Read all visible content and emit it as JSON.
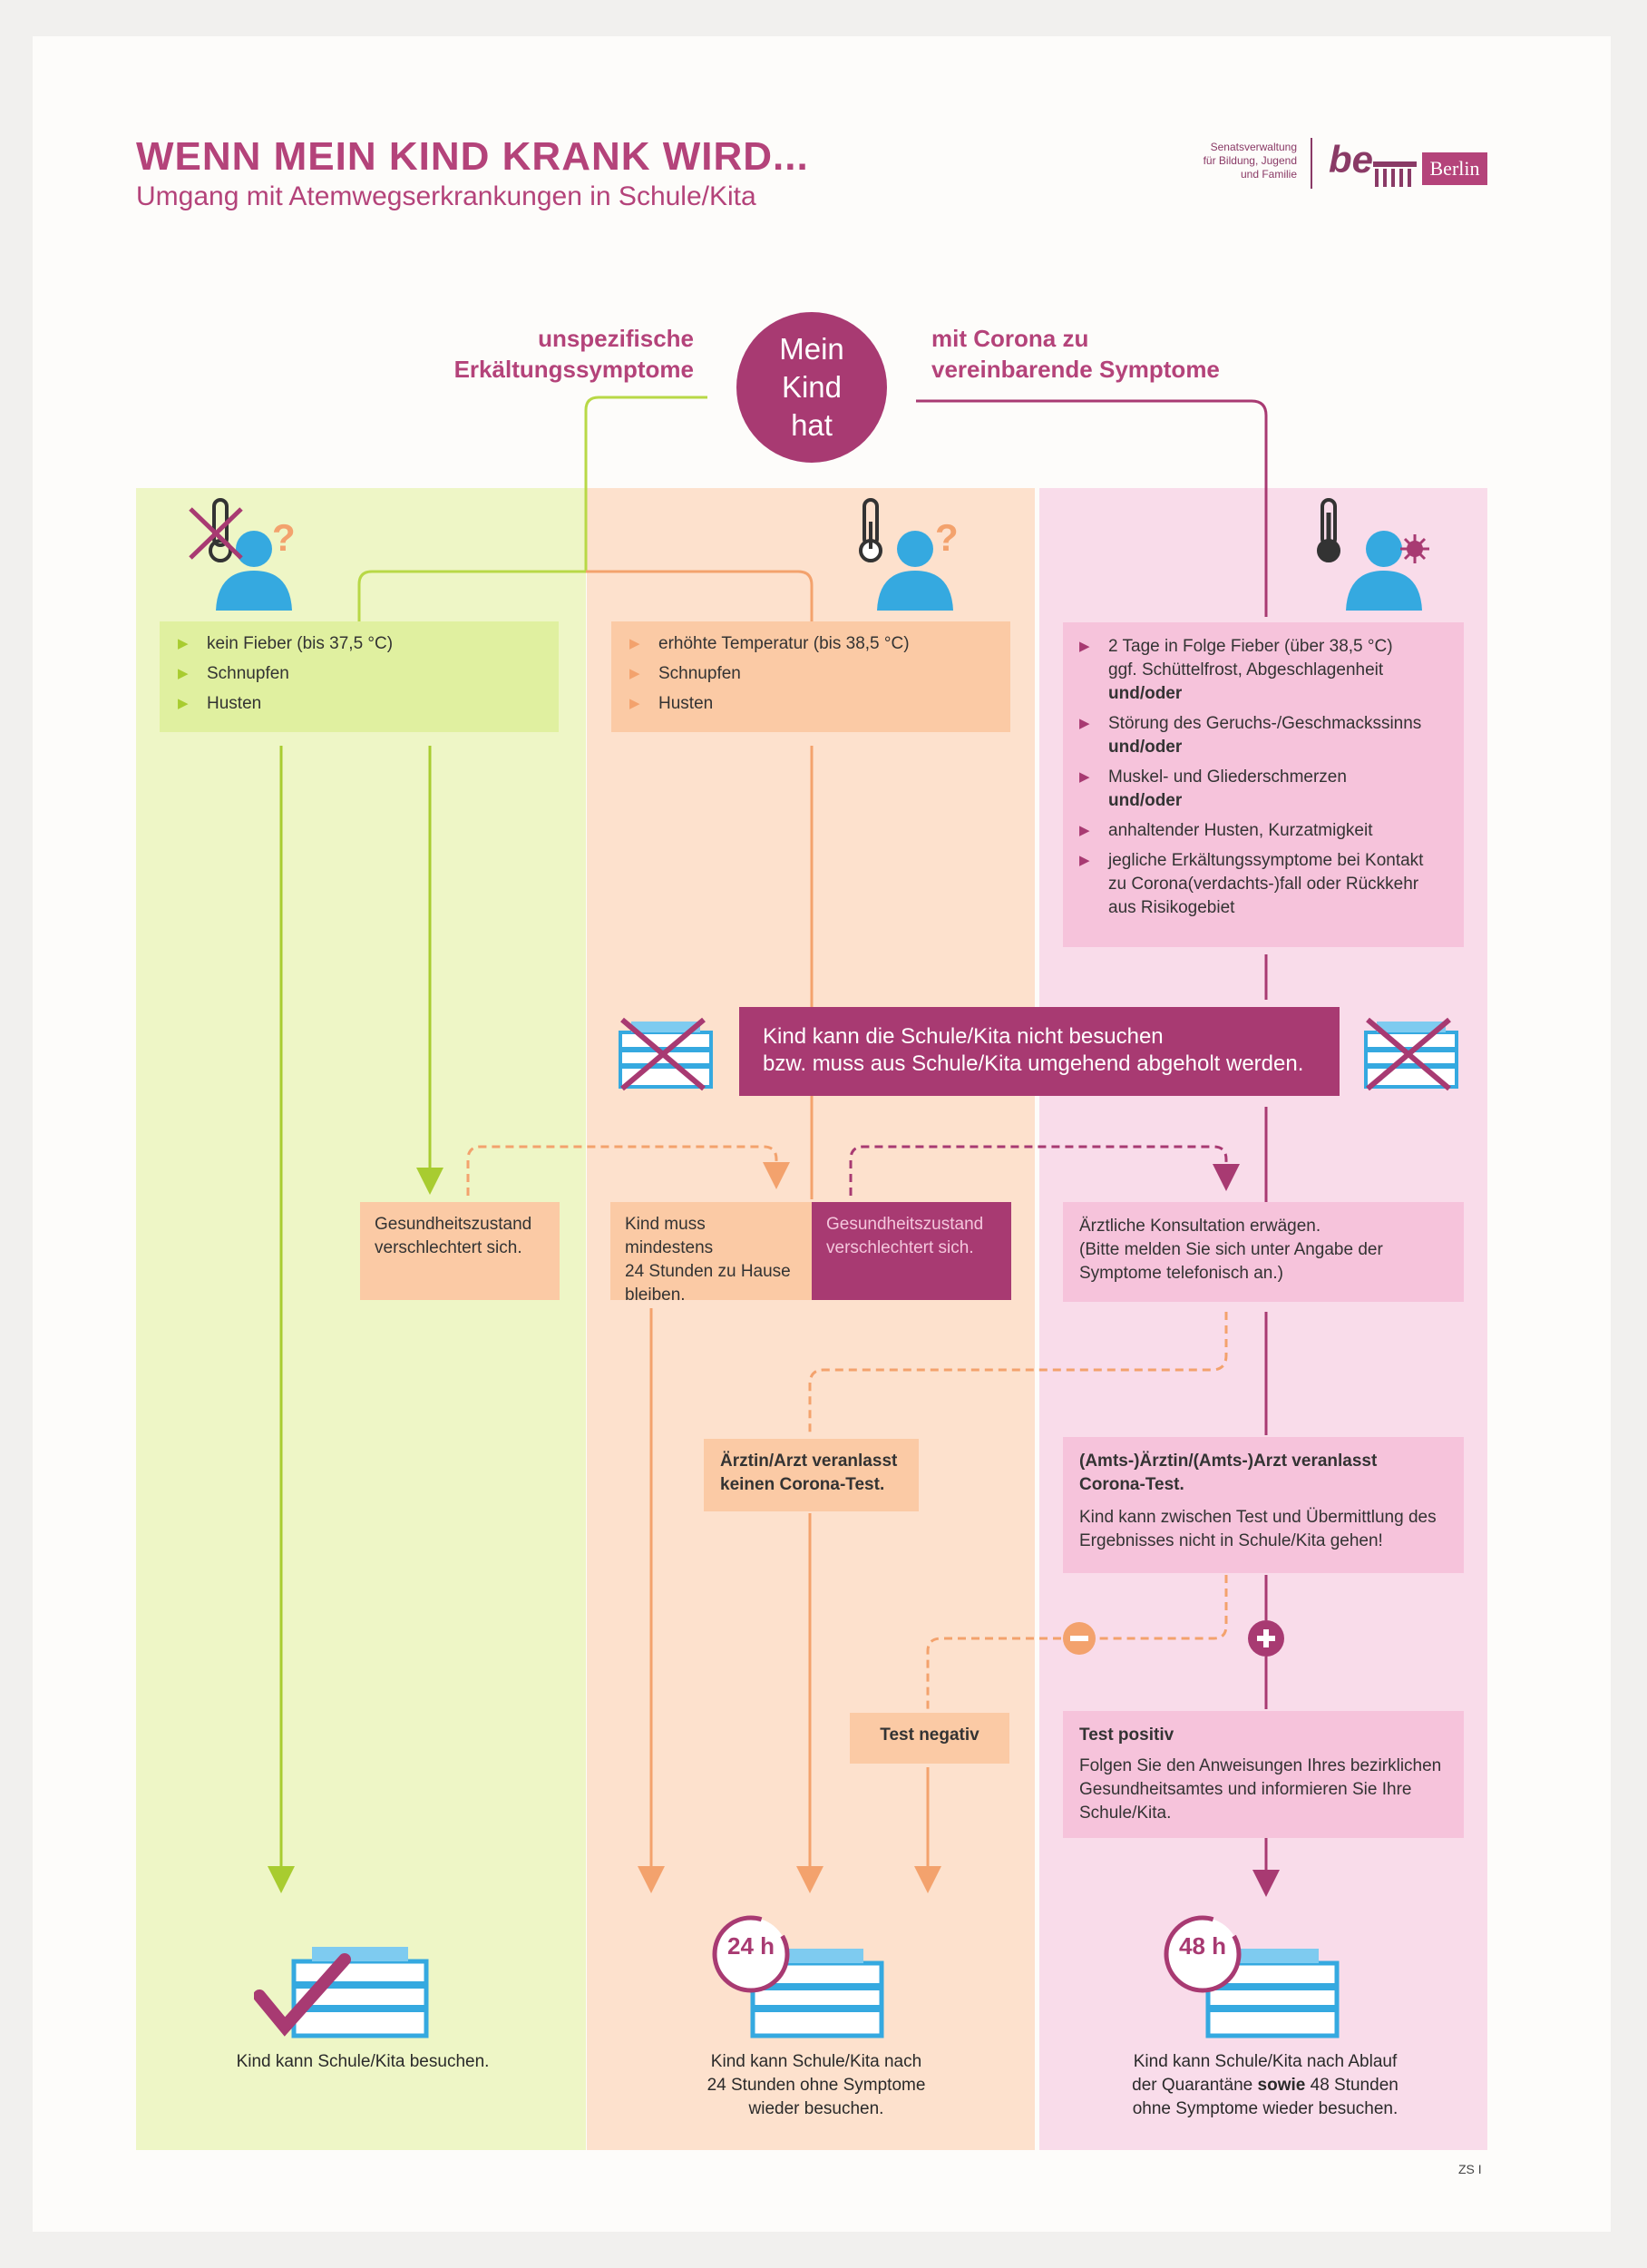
{
  "header": {
    "title": "WENN MEIN KIND KRANK WIRD...",
    "subtitle": "Umgang mit Atemwegserkrankungen in Schule/Kita",
    "logo_text": [
      "Senatsverwaltung",
      "für Bildung, Jugend",
      "und Familie"
    ],
    "logo_be": "be",
    "logo_berlin": "Berlin"
  },
  "center": {
    "label_left": [
      "unspezifische",
      "Erkältungssymptome"
    ],
    "label_right": [
      "mit Corona zu",
      "vereinbarende Symptome"
    ],
    "circle": [
      "Mein",
      "Kind",
      "hat"
    ]
  },
  "green": {
    "symptoms": [
      "kein Fieber (bis 37,5 °C)",
      "Schnupfen",
      "Husten"
    ],
    "worsen": [
      "Gesundheitszustand",
      "verschlechtert sich."
    ],
    "result": "Kind kann Schule/Kita besuchen."
  },
  "orange": {
    "symptoms": [
      "erhöhte Temperatur (bis 38,5 °C)",
      "Schnupfen",
      "Husten"
    ],
    "stay_home": [
      "Kind muss mindestens",
      "24 Stunden zu Hause",
      "bleiben."
    ],
    "worsen": [
      "Gesundheitszustand",
      "verschlechtert sich."
    ],
    "no_test": [
      "Ärztin/Arzt veranlasst",
      "keinen Corona-Test."
    ],
    "test_negative": "Test negativ",
    "badge": "24 h",
    "result": [
      "Kind kann Schule/Kita nach",
      "24 Stunden ohne Symptome",
      "wieder besuchen."
    ]
  },
  "pink": {
    "symptoms": [
      {
        "lines": [
          "2 Tage in Folge Fieber (über 38,5 °C)",
          "ggf. Schüttelfrost, Abgeschlagenheit"
        ],
        "conj": "und/oder"
      },
      {
        "lines": [
          "Störung des Geruchs-/Geschmackssinns"
        ],
        "conj": "und/oder"
      },
      {
        "lines": [
          "Muskel- und Gliederschmerzen"
        ],
        "conj": "und/oder"
      },
      {
        "lines": [
          "anhaltender Husten, Kurzatmigkeit"
        ],
        "conj": ""
      },
      {
        "lines": [
          "jegliche Erkältungssymptome bei Kontakt",
          "zu Corona(verdachts-)fall oder Rückkehr",
          "aus Risikogebiet"
        ],
        "conj": ""
      }
    ],
    "consult": [
      "Ärztliche Konsultation erwägen.",
      "(Bitte melden Sie sich unter Angabe der",
      "Symptome telefonisch an.)"
    ],
    "test_title": [
      "(Amts-)Ärztin/(Amts-)Arzt veranlasst",
      "Corona-Test."
    ],
    "test_text": [
      "Kind kann zwischen Test und Übermittlung des",
      "Ergebnisses nicht in Schule/Kita gehen!"
    ],
    "positive_title": "Test positiv",
    "positive_text": [
      "Folgen Sie den Anweisungen Ihres bezirklichen",
      "Gesundheitsamtes und informieren Sie Ihre",
      "Schule/Kita."
    ],
    "badge": "48 h",
    "result_pre": [
      "Kind kann Schule/Kita nach Ablauf",
      "der Quarantäne "
    ],
    "result_bold": "sowie",
    "result_post": [
      " 48 Stunden",
      "ohne Symptome wieder besuchen."
    ]
  },
  "banner": [
    "Kind kann die Schule/Kita nicht besuchen",
    "bzw. muss aus Schule/Kita umgehend abgeholt werden."
  ],
  "footer": "ZS I",
  "colors": {
    "magenta": "#a83a72",
    "green": "#a8cc30",
    "orange": "#f3a26d",
    "blue": "#35a9e0"
  }
}
